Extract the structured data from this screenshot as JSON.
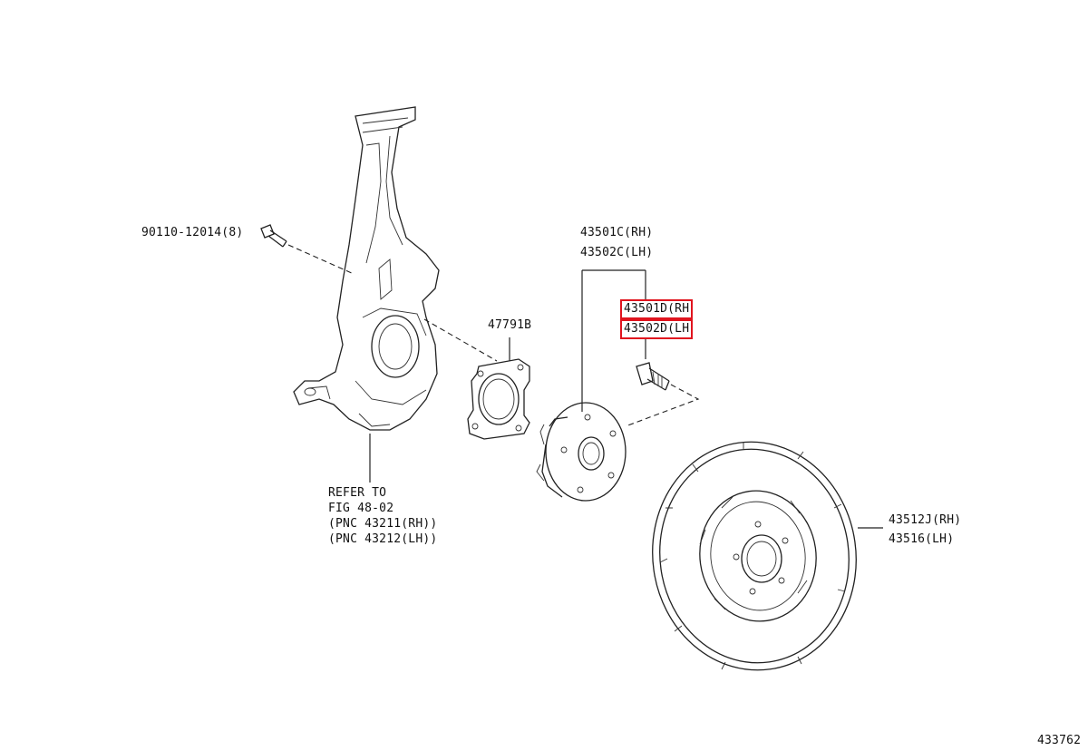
{
  "labels": {
    "bolt": "90110-12014(8)",
    "hub_rh": "43501C(RH)",
    "hub_lh": "43502C(LH)",
    "bolt_rh": "43501D(RH",
    "bolt_lh": "43502D(LH",
    "gasket": "47791B",
    "refer_1": "REFER TO",
    "refer_2": "FIG 48-02",
    "refer_3": "(PNC 43211(RH))",
    "refer_4": "(PNC 43212(LH))",
    "rotor_rh": "43512J(RH)",
    "rotor_lh": "43516(LH)",
    "figure_id": "433762"
  },
  "highlight_color": "#e0141e"
}
